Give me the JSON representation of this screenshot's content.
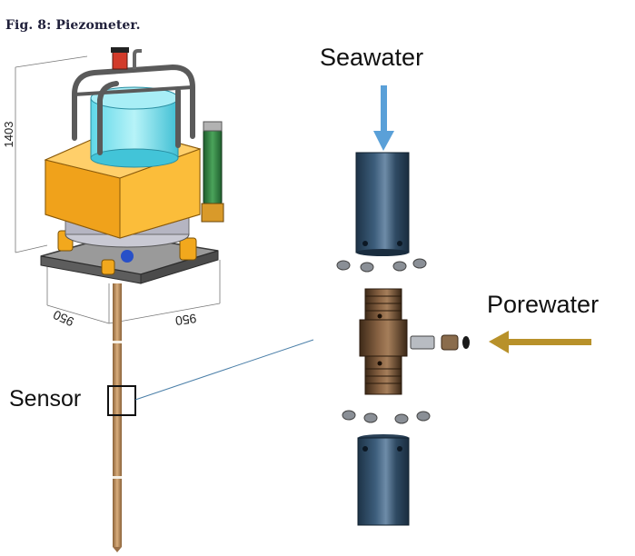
{
  "figure": {
    "caption": "Fig. 8: Piezometer.",
    "labels": {
      "seawater": "Seawater",
      "porewater": "Porewater",
      "sensor": "Sensor"
    },
    "dimensions": {
      "height": "1403",
      "width_left": "950",
      "width_right": "950"
    },
    "colors": {
      "seawater_arrow": "#5aa0d8",
      "porewater_arrow": "#b8912a",
      "housing": "#f5a623",
      "tube": "#2f4a63",
      "connector": "#6b4a2e",
      "rod": "#c79a6a"
    }
  }
}
